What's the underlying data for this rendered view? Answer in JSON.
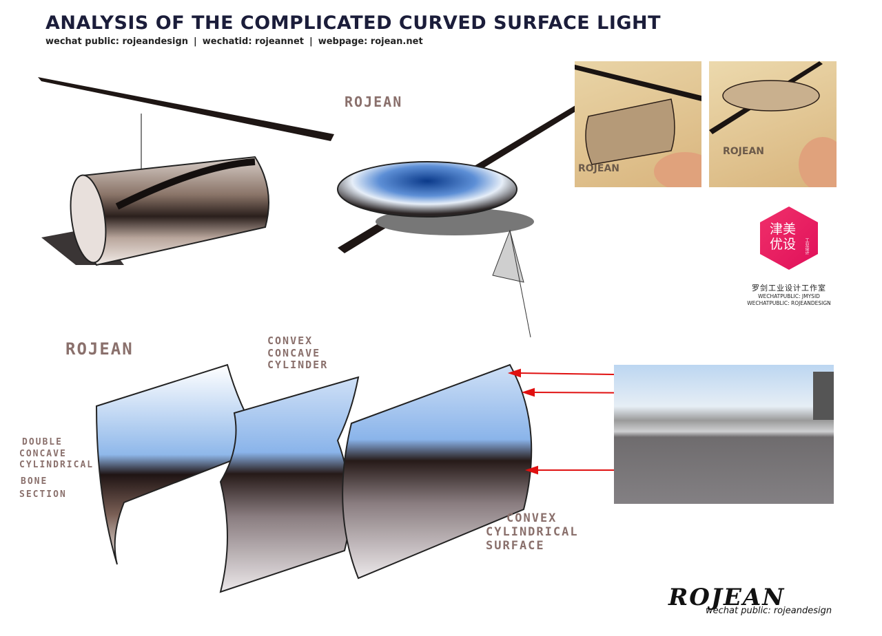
{
  "header": {
    "title": "ANALYSIS OF THE COMPLICATED CURVED SURFACE LIGHT",
    "subtitle": {
      "wechat_public": "wechat public: rojeandesign",
      "wechatid": "wechatid: rojeannet",
      "webpage": "webpage: rojean.net",
      "separator": "|"
    }
  },
  "sketch_labels": {
    "rojean_top": "ROJEAN",
    "rojean_mid": "ROJEAN",
    "convex_concave_cylinder": [
      "CONVEX",
      "CONCAVE",
      "CYLINDER"
    ],
    "double_concave": [
      "DOUBLE",
      "CONCAVE",
      "CYLINDRICAL",
      "BONE",
      "SECTION"
    ],
    "convex_cylindrical_surface": [
      "CONVEX",
      "CYLINDRICAL",
      "SURFACE"
    ]
  },
  "photos": {
    "photo1_text": "ROJEAN",
    "photo2_text": "ROJEAN"
  },
  "logo": {
    "hex_text": "津美优设",
    "hex_line1": "津美",
    "hex_line2": "优设",
    "hex_sub": "工业设计",
    "studio": "罗剑工业设计工作室",
    "wechat1": "WECHATPUBLIC: JMYSID",
    "wechat2": "WECHATPUBLIC: ROJEANDESIGN"
  },
  "footer": {
    "brand": "ROJEAN",
    "wechat": "wechat public: rojeandesign"
  },
  "colors": {
    "title": "#1b1d3a",
    "arrow": "#e01010",
    "logo": "#e8185f",
    "label": "#8a706c"
  }
}
